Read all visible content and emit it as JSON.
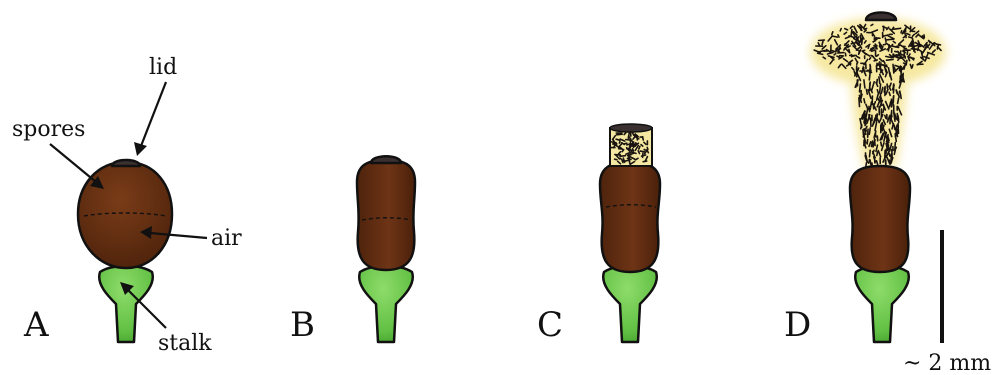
{
  "panels": [
    {
      "letter": "A"
    },
    {
      "letter": "B"
    },
    {
      "letter": "C"
    },
    {
      "letter": "D"
    }
  ],
  "annotations": {
    "lid": "lid",
    "spores": "spores",
    "air": "air",
    "stalk": "stalk"
  },
  "scale_bar": {
    "label": "~ 2 mm"
  },
  "colors": {
    "capsule_brown": "#5a2a10",
    "capsule_highlight": "#8a4a22",
    "lid_dark": "#3a3030",
    "stalk_green": "#6cc94a",
    "stalk_dark": "#3f9a2a",
    "spore_glow": "#f6e8a0"
  }
}
